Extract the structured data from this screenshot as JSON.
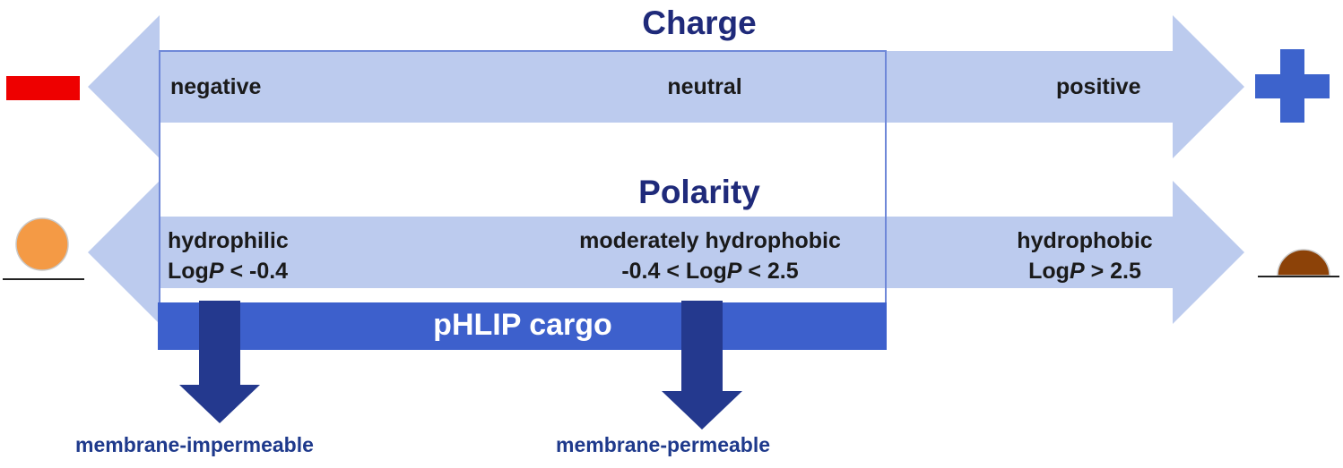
{
  "charge": {
    "title": "Charge",
    "negative": "negative",
    "neutral": "neutral",
    "positive": "positive",
    "minus_icon": "minus-sign",
    "plus_icon": "plus-sign"
  },
  "polarity": {
    "title": "Polarity",
    "hydrophilic": {
      "name": "hydrophilic",
      "logp_prefix": "Log",
      "logp_var": "P",
      "logp_suffix": " < -0.4"
    },
    "moderate": {
      "name": "moderately hydrophobic",
      "logp_prefix": "-0.4 < Log",
      "logp_var": "P",
      "logp_suffix": " < 2.5"
    },
    "hydrophobic": {
      "name": "hydrophobic",
      "logp_prefix": "Log",
      "logp_var": "P",
      "logp_suffix": " > 2.5"
    },
    "left_icon": "sphere-on-membrane",
    "right_icon": "half-sphere-in-membrane"
  },
  "cargo": {
    "label": "pHLIP cargo"
  },
  "outcomes": {
    "impermeable": "membrane-impermeable",
    "permeable": "membrane-permeable"
  },
  "colors": {
    "arrow_fill": "#bccbee",
    "box_line": "#6f88d8",
    "cargo_bar": "#3d60cc",
    "down_arrow": "#24398e",
    "title_text": "#1f2a7a",
    "minus": "#ee0000",
    "plus": "#3d63cc",
    "sphere": "#f49a45",
    "half_sphere": "#8c4208"
  }
}
